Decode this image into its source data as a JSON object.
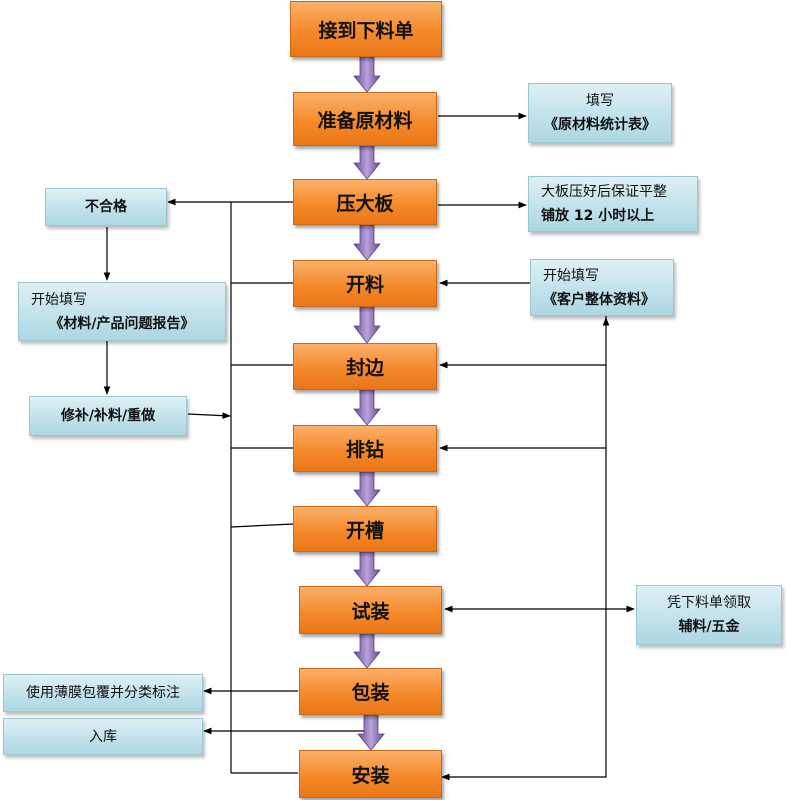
{
  "process": [
    {
      "id": "receive",
      "label": "接到下料单"
    },
    {
      "id": "prepare",
      "label": "准备原材料"
    },
    {
      "id": "press",
      "label": "压大板"
    },
    {
      "id": "cut",
      "label": "开料"
    },
    {
      "id": "edge",
      "label": "封边"
    },
    {
      "id": "drill",
      "label": "排钻"
    },
    {
      "id": "groove",
      "label": "开槽"
    },
    {
      "id": "trial",
      "label": "试装"
    },
    {
      "id": "pack",
      "label": "包装"
    },
    {
      "id": "install",
      "label": "安装"
    }
  ],
  "notes": {
    "fill_form": {
      "line1": "填写",
      "line2": "《原材料统计表》"
    },
    "press_note": {
      "line1": "大板压好后保证平整",
      "line2": "铺放 12 小时以上"
    },
    "customer": {
      "line1": "开始填写",
      "line2": "《客户整体资料》"
    },
    "voucher": {
      "line1": "凭下料单领取",
      "line2": "辅料/五金"
    },
    "unqualified": {
      "line1": "不合格"
    },
    "report": {
      "line1": "开始填写",
      "line2": "《材料/产品问题报告》"
    },
    "repair": {
      "line1": "修补/补料/重做"
    },
    "film": {
      "line1": "使用薄膜包覆并分类标注"
    },
    "storage": {
      "line1": "入库"
    }
  }
}
